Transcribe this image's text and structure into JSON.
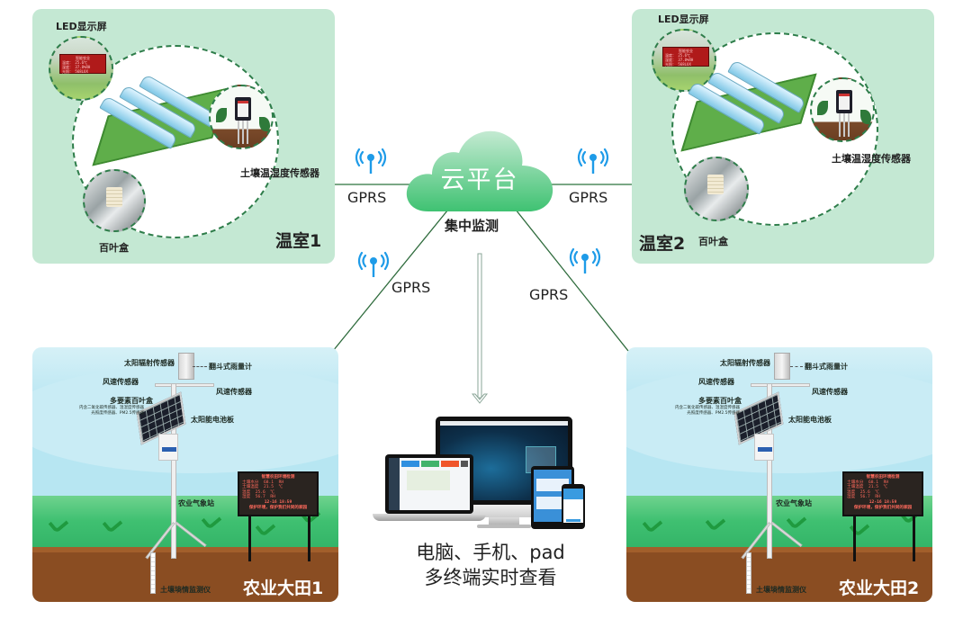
{
  "cloud": {
    "title": "云平台",
    "subtitle": "集中监测",
    "colors": {
      "top": "#b9e6c9",
      "bottom": "#3fc272"
    }
  },
  "links": [
    {
      "id": "greenhouse-1",
      "protocol": "GPRS"
    },
    {
      "id": "greenhouse-2",
      "protocol": "GPRS"
    },
    {
      "id": "field-1",
      "protocol": "GPRS"
    },
    {
      "id": "field-2",
      "protocol": "GPRS"
    }
  ],
  "greenhouses": [
    {
      "name": "温室1",
      "components": {
        "led": "LED显示屏",
        "soil_sensor": "土壤温湿度传感器",
        "shutter_box": "百叶盒"
      },
      "led_display": [
        "智能农业",
        "温度：  25.6℃",
        "湿度：  37.8%RH",
        "光照：  568LUX"
      ]
    },
    {
      "name": "温室2",
      "components": {
        "led": "LED显示屏",
        "soil_sensor": "土壤温湿度传感器",
        "shutter_box": "百叶盒"
      },
      "led_display": [
        "智能农业",
        "温度：  25.6℃",
        "湿度：  37.8%RH",
        "光照：  568LUX"
      ]
    }
  ],
  "fields": [
    {
      "name": "农业大田1",
      "components": {
        "solar_radiation": "太阳辐射传感器",
        "rain_gauge": "翻斗式雨量计",
        "wind_speed_left": "风速传感器",
        "wind_speed_right": "风速传感器",
        "multi_box": "多要素百叶盒",
        "multi_box_desc_1": "内含二氧化碳传感器、温湿度传感器",
        "multi_box_desc_2": "光照度传感器、PM2.5传感器",
        "solar_panel": "太阳能电池板",
        "station": "农业气象站",
        "soil_monitor": "土壤墒情监测仪"
      },
      "board": {
        "title": "智慧农田环境检测",
        "rows": [
          {
            "k": "土壤水分",
            "v": "68.1",
            "u": "RH"
          },
          {
            "k": "土壤温度",
            "v": "21.5",
            "u": "℃"
          },
          {
            "k": "温度",
            "v": "25.6",
            "u": "℃"
          },
          {
            "k": "湿度",
            "v": "56.7",
            "u": "RH"
          }
        ],
        "time": "12-16 18:59",
        "footer": "保护环境，保护我们共同的家园"
      }
    },
    {
      "name": "农业大田2",
      "components": {
        "solar_radiation": "太阳辐射传感器",
        "rain_gauge": "翻斗式雨量计",
        "wind_speed_left": "风速传感器",
        "wind_speed_right": "风速传感器",
        "multi_box": "多要素百叶盒",
        "multi_box_desc_1": "内含二氧化碳传感器、温湿度传感器",
        "multi_box_desc_2": "光照度传感器、PM2.5传感器",
        "solar_panel": "太阳能电池板",
        "station": "农业气象站",
        "soil_monitor": "土壤墒情监测仪"
      },
      "board": {
        "title": "智慧农田环境检测",
        "rows": [
          {
            "k": "土壤水分",
            "v": "68.1",
            "u": "RH"
          },
          {
            "k": "土壤温度",
            "v": "21.5",
            "u": "℃"
          },
          {
            "k": "温度",
            "v": "25.6",
            "u": "℃"
          },
          {
            "k": "湿度",
            "v": "56.7",
            "u": "RH"
          }
        ],
        "time": "12-16 18:59",
        "footer": "保护环境，保护我们共同的家园"
      }
    }
  ],
  "terminals": {
    "caption_line1": "电脑、手机、pad",
    "caption_line2": "多终端实时查看",
    "devices": [
      "laptop",
      "desktop-monitor",
      "tablet",
      "phone"
    ]
  },
  "colors": {
    "panel_green": "#c4e8d3",
    "line_green": "#2e6b3c",
    "signal_blue": "#1e9be8",
    "arrow_gray": "#8aa597"
  }
}
